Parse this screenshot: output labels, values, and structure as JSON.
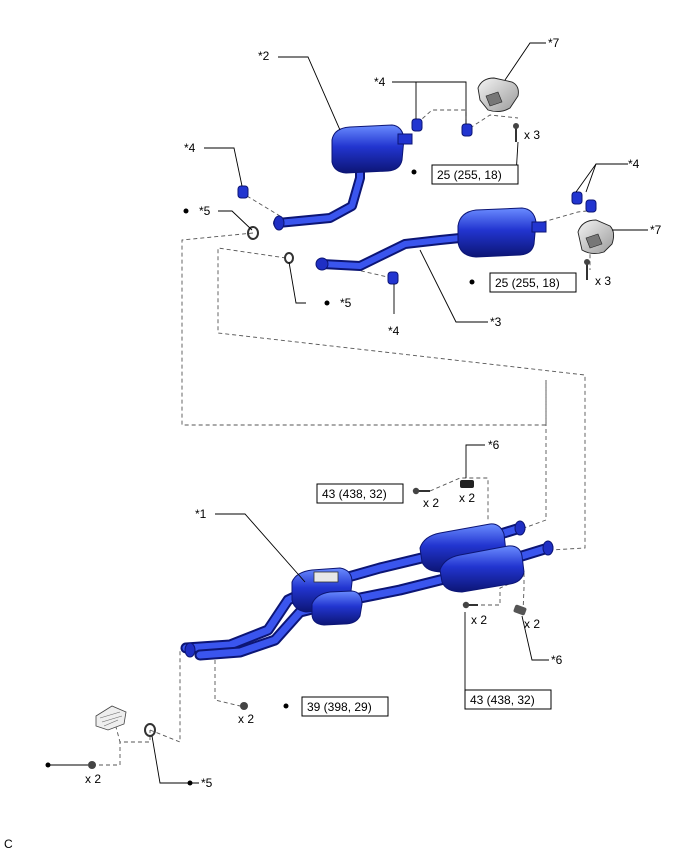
{
  "labels": {
    "p1": "*1",
    "p2": "*2",
    "p3": "*3",
    "p4": "*4",
    "p5": "*5",
    "p6": "*6",
    "p7": "*7"
  },
  "torques": {
    "t25": "25 (255, 18)",
    "t43": "43 (438, 32)",
    "t39": "39 (398, 29)"
  },
  "quantities": {
    "x2": "x 2",
    "x3": "x 3"
  },
  "corner": "C",
  "colors": {
    "pipe": "#1f2fc4",
    "pipe_dark": "#101c8a",
    "pipe_light": "#5a7cff",
    "hanger": "#444444"
  }
}
